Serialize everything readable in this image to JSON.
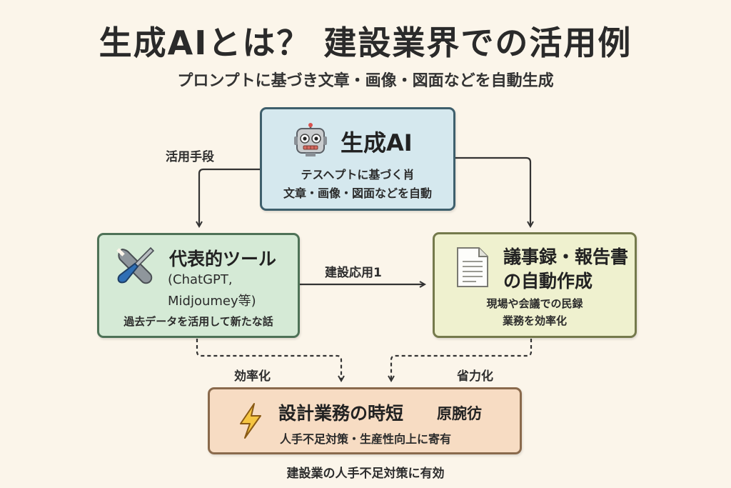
{
  "header": {
    "title": "生成AIとは？ 建設業界での活用例",
    "subtitle": "プロンプトに基づき文章・画像・図面などを自動生成"
  },
  "nodes": {
    "ai": {
      "title": "生成AI",
      "line1": "テスヘプトに基づく肖",
      "line2": "文章・画像・図面などを自動",
      "icon": "robot-icon"
    },
    "tools": {
      "title": "代表的ツール",
      "line1": "(ChatGPT,",
      "line2": "Midjoumey等)",
      "line3": "過去データを活用して新たな話",
      "icon": "tools-icon"
    },
    "minutes": {
      "title1": "議事録・報告書",
      "title2": "の自動作成",
      "line1": "現場や会議での民録",
      "line2": "業務を効率化",
      "icon": "document-icon"
    },
    "design": {
      "title": "設計業務の時短",
      "title_extra": "原腕彷",
      "line1": "人手不足対策・生産性向上に寄有",
      "icon": "lightning-icon"
    }
  },
  "edges": {
    "ai_to_tools": "活用手段",
    "tools_to_minutes": "建設応用1",
    "tools_to_design": "効率化",
    "minutes_to_design": "省力化"
  },
  "footer": "建設業の人手不足対策に有効",
  "colors": {
    "background": "#fbf5ea",
    "ai_box": "#d5e8ee",
    "tools_box": "#d5ead6",
    "minutes_box": "#eff1cf",
    "design_box": "#f7dcc3"
  }
}
